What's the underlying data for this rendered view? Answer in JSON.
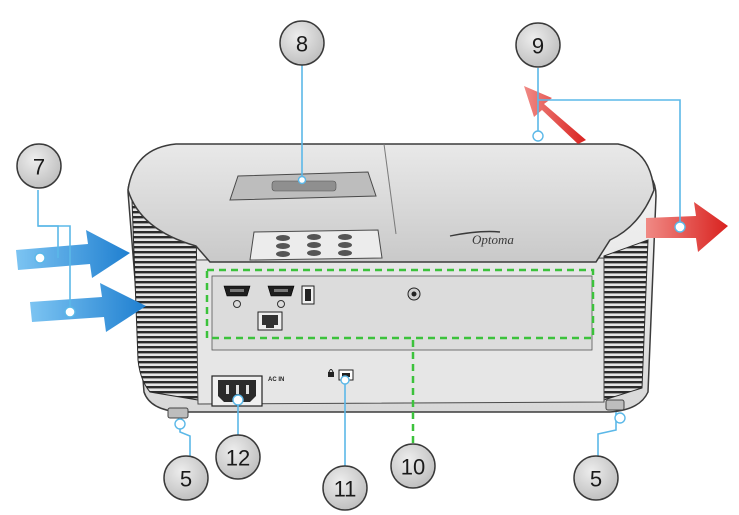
{
  "brand": "Optoma",
  "ac_label": "AC IN",
  "callouts": [
    {
      "id": "c7",
      "label": "7"
    },
    {
      "id": "c8",
      "label": "8"
    },
    {
      "id": "c9",
      "label": "9"
    },
    {
      "id": "c5a",
      "label": "5"
    },
    {
      "id": "c12",
      "label": "12"
    },
    {
      "id": "c11",
      "label": "11"
    },
    {
      "id": "c10",
      "label": "10"
    },
    {
      "id": "c5b",
      "label": "5"
    }
  ],
  "colors": {
    "intake_arrow": "#1f7fd0",
    "exhaust_arrow": "#d9221f",
    "callout_fill": "#cfcfcf",
    "leader_line": "#5bb8e8",
    "io_highlight": "#3cc23c"
  },
  "icons": [
    "air-intake-arrow-icon",
    "air-exhaust-arrow-icon",
    "lock-icon",
    "hdmi-port-icon",
    "usb-port-icon",
    "rj45-port-icon",
    "audio-jack-icon",
    "power-socket-icon"
  ]
}
